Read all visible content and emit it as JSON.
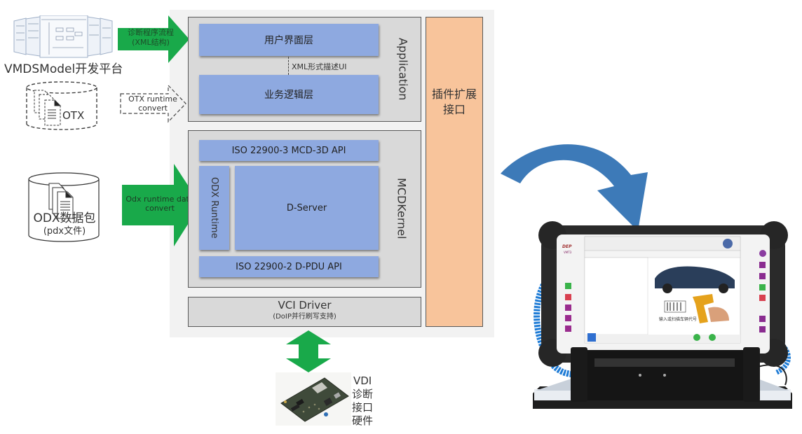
{
  "left_inputs": {
    "vmds_platform": {
      "label": "VMDSModel开发平台",
      "icon": "screenshot-stack-icon"
    },
    "diag_flow_arrow": {
      "line1": "诊断程序流程",
      "line2": "(XML结构)",
      "color": "#19a94a"
    },
    "otx_store": {
      "label": "OTX",
      "icon": "document-stack-icon"
    },
    "otx_arrow": {
      "line1": "OTX runtime",
      "line2": "convert",
      "style": "dashed"
    },
    "odx_store": {
      "line1": "ODX数据包",
      "line2": "(pdx文件)",
      "icon": "document-stack-icon"
    },
    "odx_arrow": {
      "line1": "Odx runtime data",
      "line2": "convert",
      "color": "#19a94a"
    }
  },
  "architecture": {
    "application": {
      "label": "Application",
      "ui_layer": "用户界面层",
      "connector_label": "XML形式描述UI",
      "logic_layer": "业务逻辑层"
    },
    "mcd_kernel": {
      "label": "MCDKernel",
      "mcd3d_api": "ISO 22900-3 MCD-3D API",
      "odx_runtime": "ODX Runtime",
      "d_server": "D-Server",
      "dpdu_api": "ISO 22900-2 D-PDU API"
    },
    "vci_driver": {
      "title": "VCI Driver",
      "subtitle": "(DoIP并行刷写支持)"
    },
    "plugin_interface": {
      "line1": "插件扩展",
      "line2": "接口",
      "color": "#f8c49b"
    }
  },
  "vdi_hardware": {
    "lines": [
      "VDI",
      "诊断",
      "接口",
      "硬件"
    ],
    "arrow": "bidirectional-arrow",
    "image": "circuit-board-photo"
  },
  "device": {
    "image": "rugged-diagnostic-tablet-photo",
    "screen_prompt": "输入或扫描车辆代号",
    "brand": "DEP",
    "model": "VMT3",
    "curved_arrow_color": "#3d7ab8"
  },
  "colors": {
    "panel_bg": "#f2f2f2",
    "group_bg": "#d9d9d9",
    "layer_blue": "#8ea9e0",
    "arrow_green": "#19a94a",
    "plugin_orange": "#f8c49b"
  }
}
